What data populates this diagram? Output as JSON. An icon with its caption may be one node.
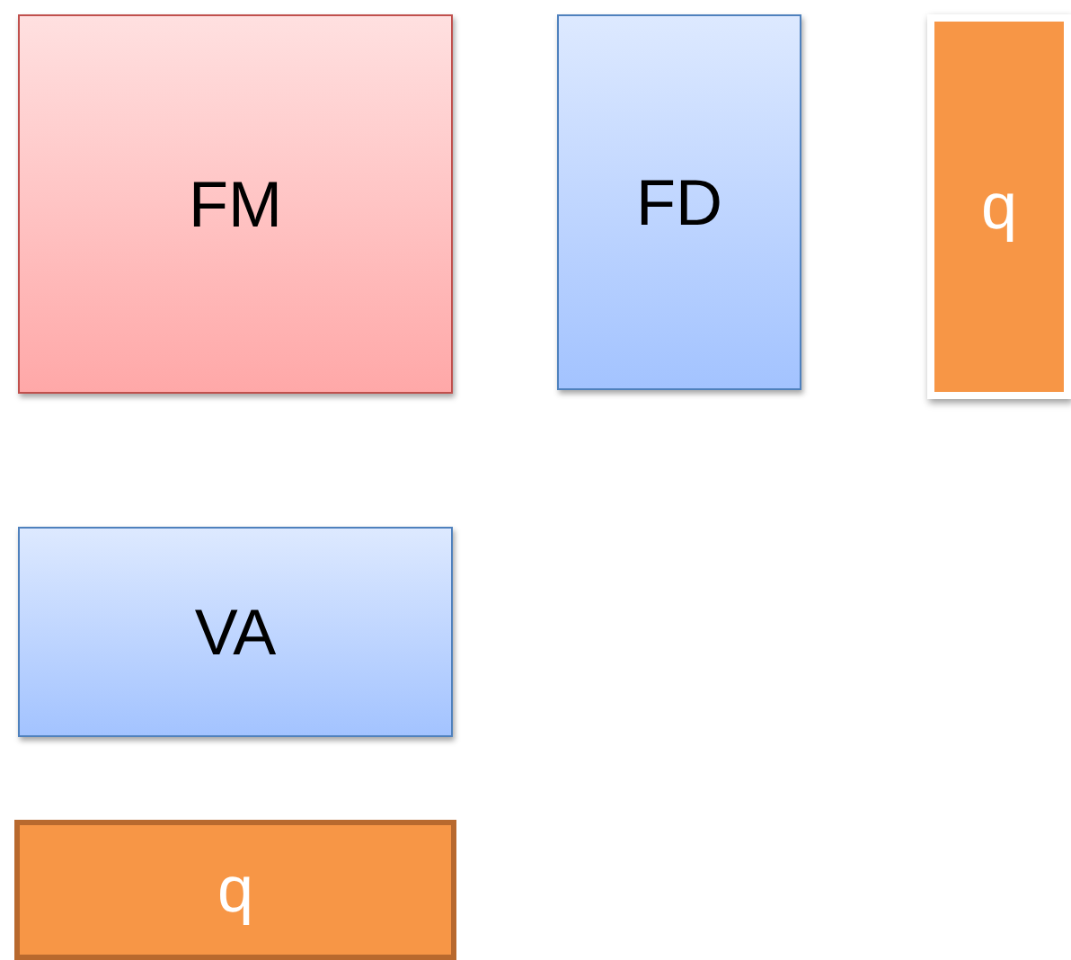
{
  "diagram": {
    "nodes": [
      {
        "text": [
          "FM"
        ]
      },
      {
        "text": [
          "FD"
        ]
      },
      {
        "text": [
          "q"
        ]
      },
      {
        "text": [
          "VA"
        ]
      },
      {
        "text": [
          "q"
        ]
      }
    ]
  }
}
